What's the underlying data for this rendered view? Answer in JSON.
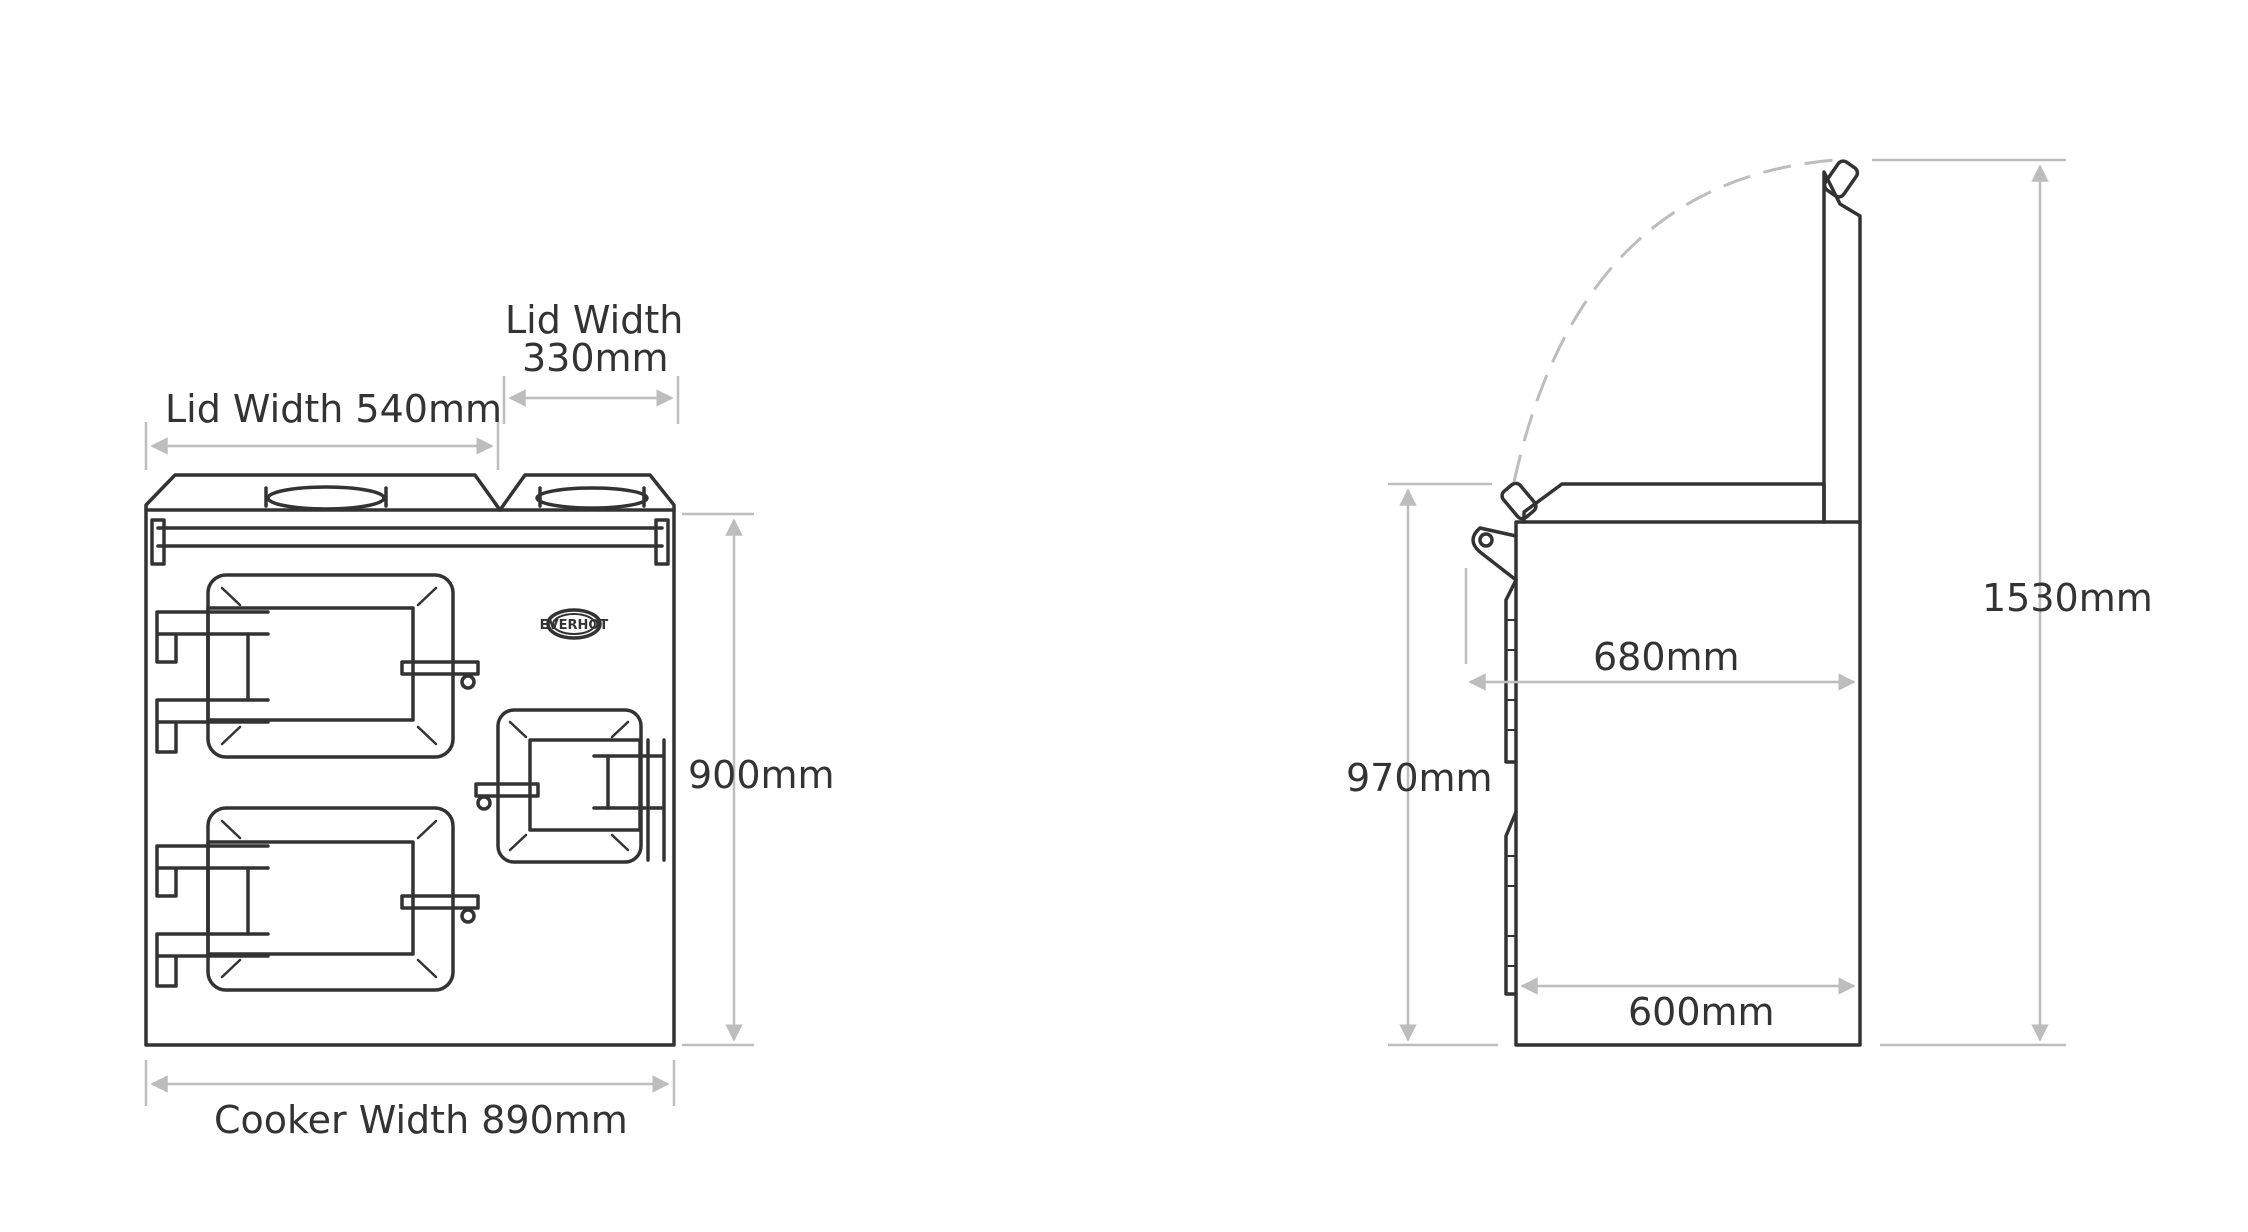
{
  "labels": {
    "lid_width_left": "Lid Width 540mm",
    "lid_width_right_line1": "Lid Width",
    "lid_width_right_line2": "330mm",
    "cooker_width": "Cooker Width 890mm",
    "front_height": "900mm",
    "side_height_lid_closed": "970mm",
    "side_height_lid_open": "1530mm",
    "top_depth": "680mm",
    "base_depth": "600mm"
  },
  "logo": {
    "text": "EVERHOT"
  },
  "colors": {
    "outline": "#333333",
    "dimension_line": "#bdbdbd",
    "background": "#ffffff"
  }
}
